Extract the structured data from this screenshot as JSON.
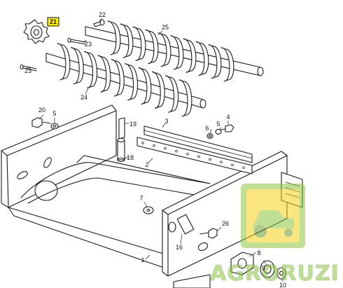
{
  "diagram": {
    "labels": [
      {
        "id": "21",
        "text": "21",
        "highlight": true
      },
      {
        "id": "22",
        "text": "22"
      },
      {
        "id": "23a",
        "text": "23"
      },
      {
        "id": "25",
        "text": "25"
      },
      {
        "id": "23b",
        "text": "23"
      },
      {
        "id": "24",
        "text": "24"
      },
      {
        "id": "20",
        "text": "20"
      },
      {
        "id": "5a",
        "text": "5"
      },
      {
        "id": "19",
        "text": "19"
      },
      {
        "id": "3",
        "text": "3"
      },
      {
        "id": "4",
        "text": "4"
      },
      {
        "id": "6",
        "text": "6"
      },
      {
        "id": "5b",
        "text": "5"
      },
      {
        "id": "18",
        "text": "18"
      },
      {
        "id": "2",
        "text": "2"
      },
      {
        "id": "7",
        "text": "7"
      },
      {
        "id": "26",
        "text": "26"
      },
      {
        "id": "16",
        "text": "16"
      },
      {
        "id": "1",
        "text": "1"
      },
      {
        "id": "8",
        "text": "8"
      },
      {
        "id": "9",
        "text": "9"
      },
      {
        "id": "10",
        "text": "10"
      }
    ],
    "colors": {
      "highlight": "#fff200",
      "line": "#1a1a1a",
      "watermark_green": "#8cc63f",
      "watermark_yellow": "#f7d117"
    }
  },
  "watermark": {
    "text": "AGRORUZI",
    "icon": "tractor-logo-icon"
  }
}
